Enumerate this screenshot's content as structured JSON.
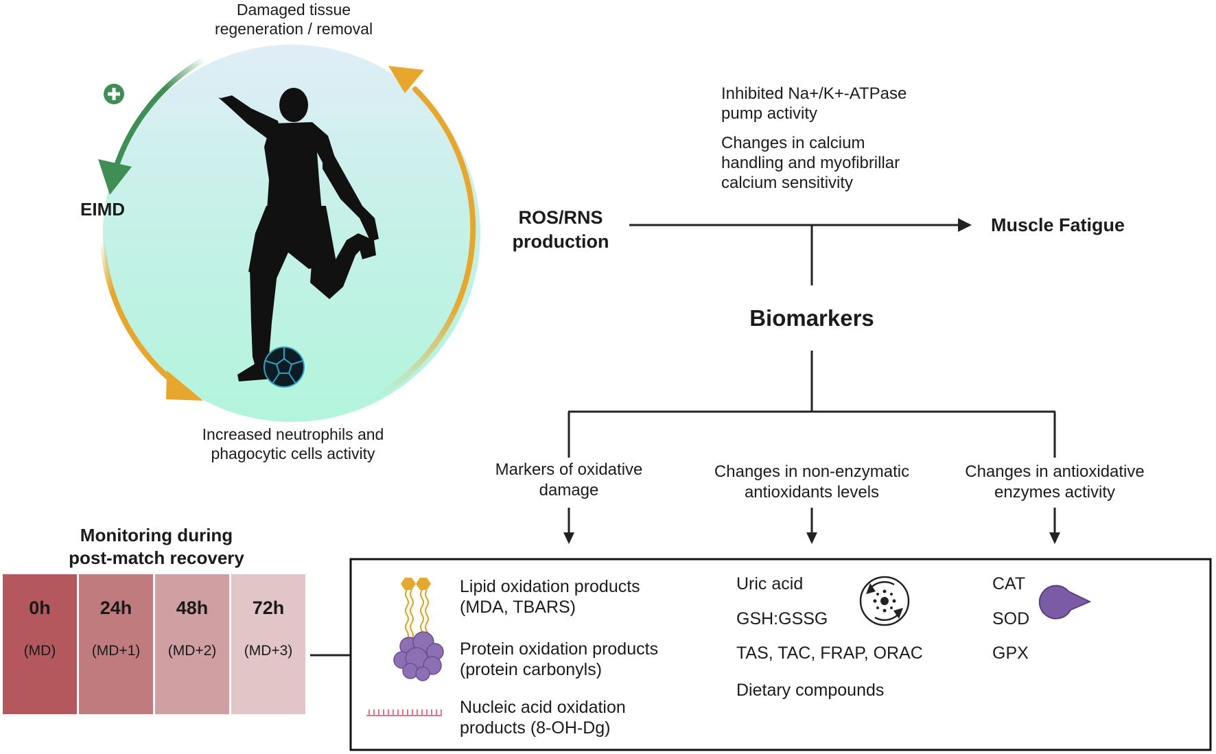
{
  "cycle": {
    "top_label": [
      "Damaged tissue",
      "regeneration / removal"
    ],
    "left_label": "EIMD",
    "bottom_label": [
      "Increased neutrophils and",
      "phagocytic cells activity"
    ],
    "plus_icon": "plus-circle-icon",
    "player_icon": "soccer-player-silhouette-icon",
    "colors": {
      "green": "#3f8f55",
      "orange": "#e9a62c",
      "circle_top": "#dfeef6",
      "circle_bottom": "#b5f3de"
    }
  },
  "mechanism": {
    "source": [
      "ROS/RNS",
      "production"
    ],
    "effects": [
      [
        "Inhibited Na+/K+-ATPase",
        "pump activity"
      ],
      [
        "Changes in calcium",
        "handling and myofibrillar",
        "calcium sensitivity"
      ]
    ],
    "target": "Muscle Fatigue"
  },
  "biomarkers": {
    "title": "Biomarkers",
    "branches": [
      [
        "Markers of oxidative",
        "damage"
      ],
      [
        "Changes in non-enzymatic",
        "antioxidants levels"
      ],
      [
        "Changes in antioxidative",
        "enzymes activity"
      ]
    ]
  },
  "monitoring": {
    "title": [
      "Monitoring during",
      "post-match recovery"
    ],
    "timepoints": [
      {
        "time": "0h",
        "label": "(MD)",
        "color": "#b4585e"
      },
      {
        "time": "24h",
        "label": "(MD+1)",
        "color": "#c07b7f"
      },
      {
        "time": "48h",
        "label": "(MD+2)",
        "color": "#d09fa2"
      },
      {
        "time": "72h",
        "label": "(MD+3)",
        "color": "#e2c5c6"
      }
    ]
  },
  "panel": {
    "damage_markers": [
      {
        "text": [
          "Lipid oxidation products",
          "(MDA, TBARS)"
        ],
        "icon": "lipid-molecule-icon"
      },
      {
        "text": [
          "Protein oxidation products",
          "(protein carbonyls)"
        ],
        "icon": "protein-cluster-icon"
      },
      {
        "text": [
          "Nucleic acid oxidation",
          "products (8-OH-Dg)"
        ],
        "icon": "nucleic-acid-strand-icon"
      }
    ],
    "non_enzymatic": [
      "Uric acid",
      "GSH:GSSG",
      "TAS, TAC, FRAP, ORAC",
      "Dietary compounds"
    ],
    "non_enzymatic_icon": "antioxidant-cycle-icon",
    "enzymes": [
      "CAT",
      "SOD",
      "GPX"
    ],
    "enzyme_icon": "enzyme-pacman-icon"
  }
}
